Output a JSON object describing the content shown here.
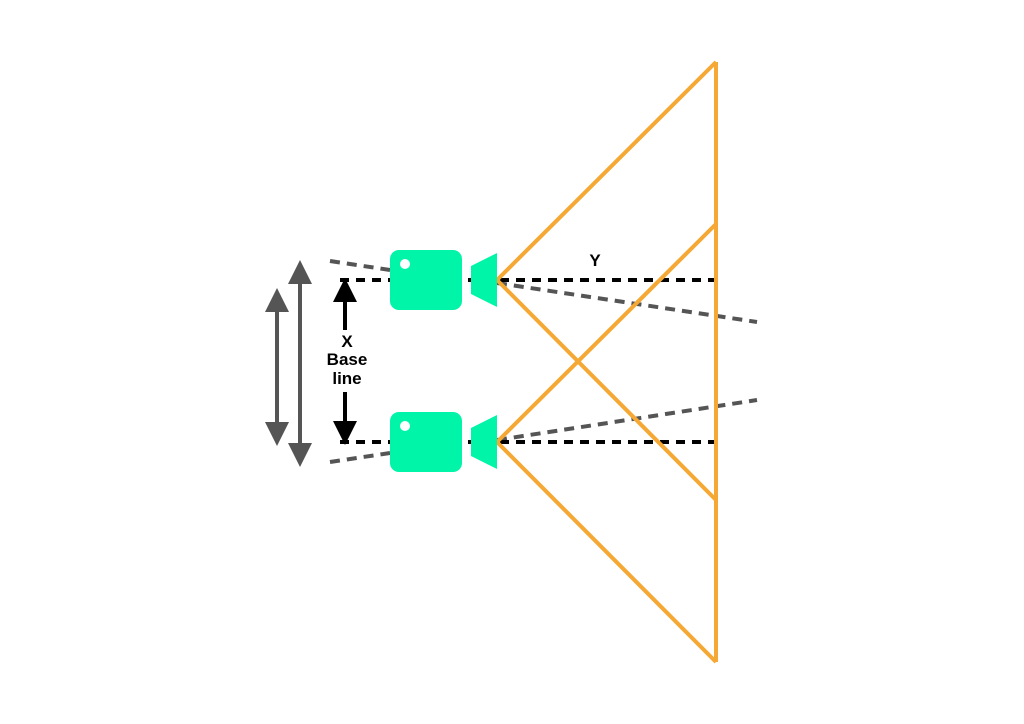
{
  "labels": {
    "x": "X",
    "baseline_1": "Base",
    "baseline_2": "line",
    "y": "Y"
  },
  "colors": {
    "camera": "#00F5A8",
    "fov": "#F5A833",
    "guide": "#000000",
    "dashed": "#555555",
    "arrow_grey": "#555555"
  }
}
